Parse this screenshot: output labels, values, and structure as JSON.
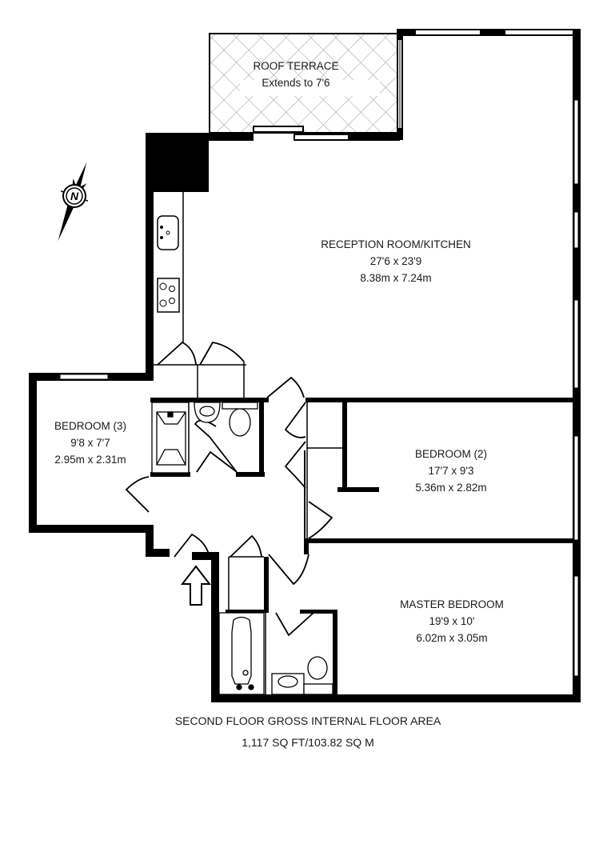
{
  "plan": {
    "floor": "Second Floor",
    "colors": {
      "wall": "#000000",
      "line": "#000000",
      "background": "#ffffff",
      "hatch": "#9a9a9a"
    }
  },
  "rooms": {
    "roof_terrace": {
      "name": "ROOF TERRACE",
      "note": "Extends to 7'6"
    },
    "reception": {
      "name": "RECEPTION ROOM/KITCHEN",
      "imperial": "27'6 x 23'9",
      "metric": "8.38m x 7.24m"
    },
    "bedroom3": {
      "name": "BEDROOM (3)",
      "imperial": "9'8 x 7'7",
      "metric": "2.95m x 2.31m"
    },
    "bedroom2": {
      "name": "BEDROOM (2)",
      "imperial": "17'7 x 9'3",
      "metric": "5.36m x 2.82m"
    },
    "master": {
      "name": "MASTER BEDROOM",
      "imperial": "19'9 x 10'",
      "metric": "6.02m x 3.05m"
    }
  },
  "compass": {
    "label": "N",
    "icon": "north-compass-icon"
  },
  "entrance": {
    "icon": "entrance-arrow-icon"
  },
  "footer": {
    "title": "SECOND FLOOR GROSS INTERNAL FLOOR AREA",
    "area": "1,117 SQ FT/103.82 SQ M"
  }
}
